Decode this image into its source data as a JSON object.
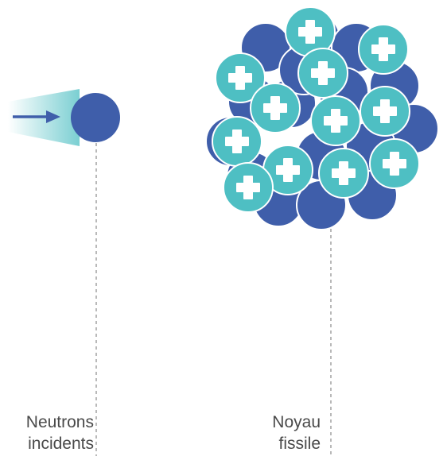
{
  "incident_neutron": {
    "label_line1": "Neutrons",
    "label_line2": "incidents"
  },
  "fissile_nucleus": {
    "label_line1": "Noyau",
    "label_line2": "fissile"
  },
  "colors": {
    "neutron": "#3f5eaa",
    "proton": "#4ebfc3",
    "plus_sign": "#ffffff",
    "arrow": "#3f5eaa",
    "motion_trail": "#4ebfc3",
    "leader_line": "#8a8a8a",
    "label_text": "#4a4a4a"
  }
}
